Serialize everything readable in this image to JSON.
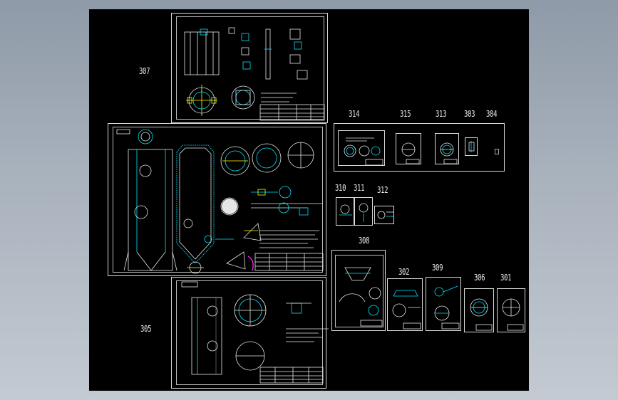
{
  "labels": {
    "s307": "307",
    "s305": "305",
    "s314": "314",
    "s315": "315",
    "s313": "313",
    "s303": "303",
    "s304": "304",
    "s310": "310",
    "s311": "311",
    "s312": "312",
    "s308": "308",
    "s302": "302",
    "s309": "309",
    "s306": "306",
    "s301": "301"
  },
  "colors": {
    "background": "#000000",
    "line": "#e6e6e6",
    "cyan": "#00e5ff",
    "yellow": "#ffff00",
    "green": "#33ff33",
    "magenta": "#ff33ff"
  }
}
